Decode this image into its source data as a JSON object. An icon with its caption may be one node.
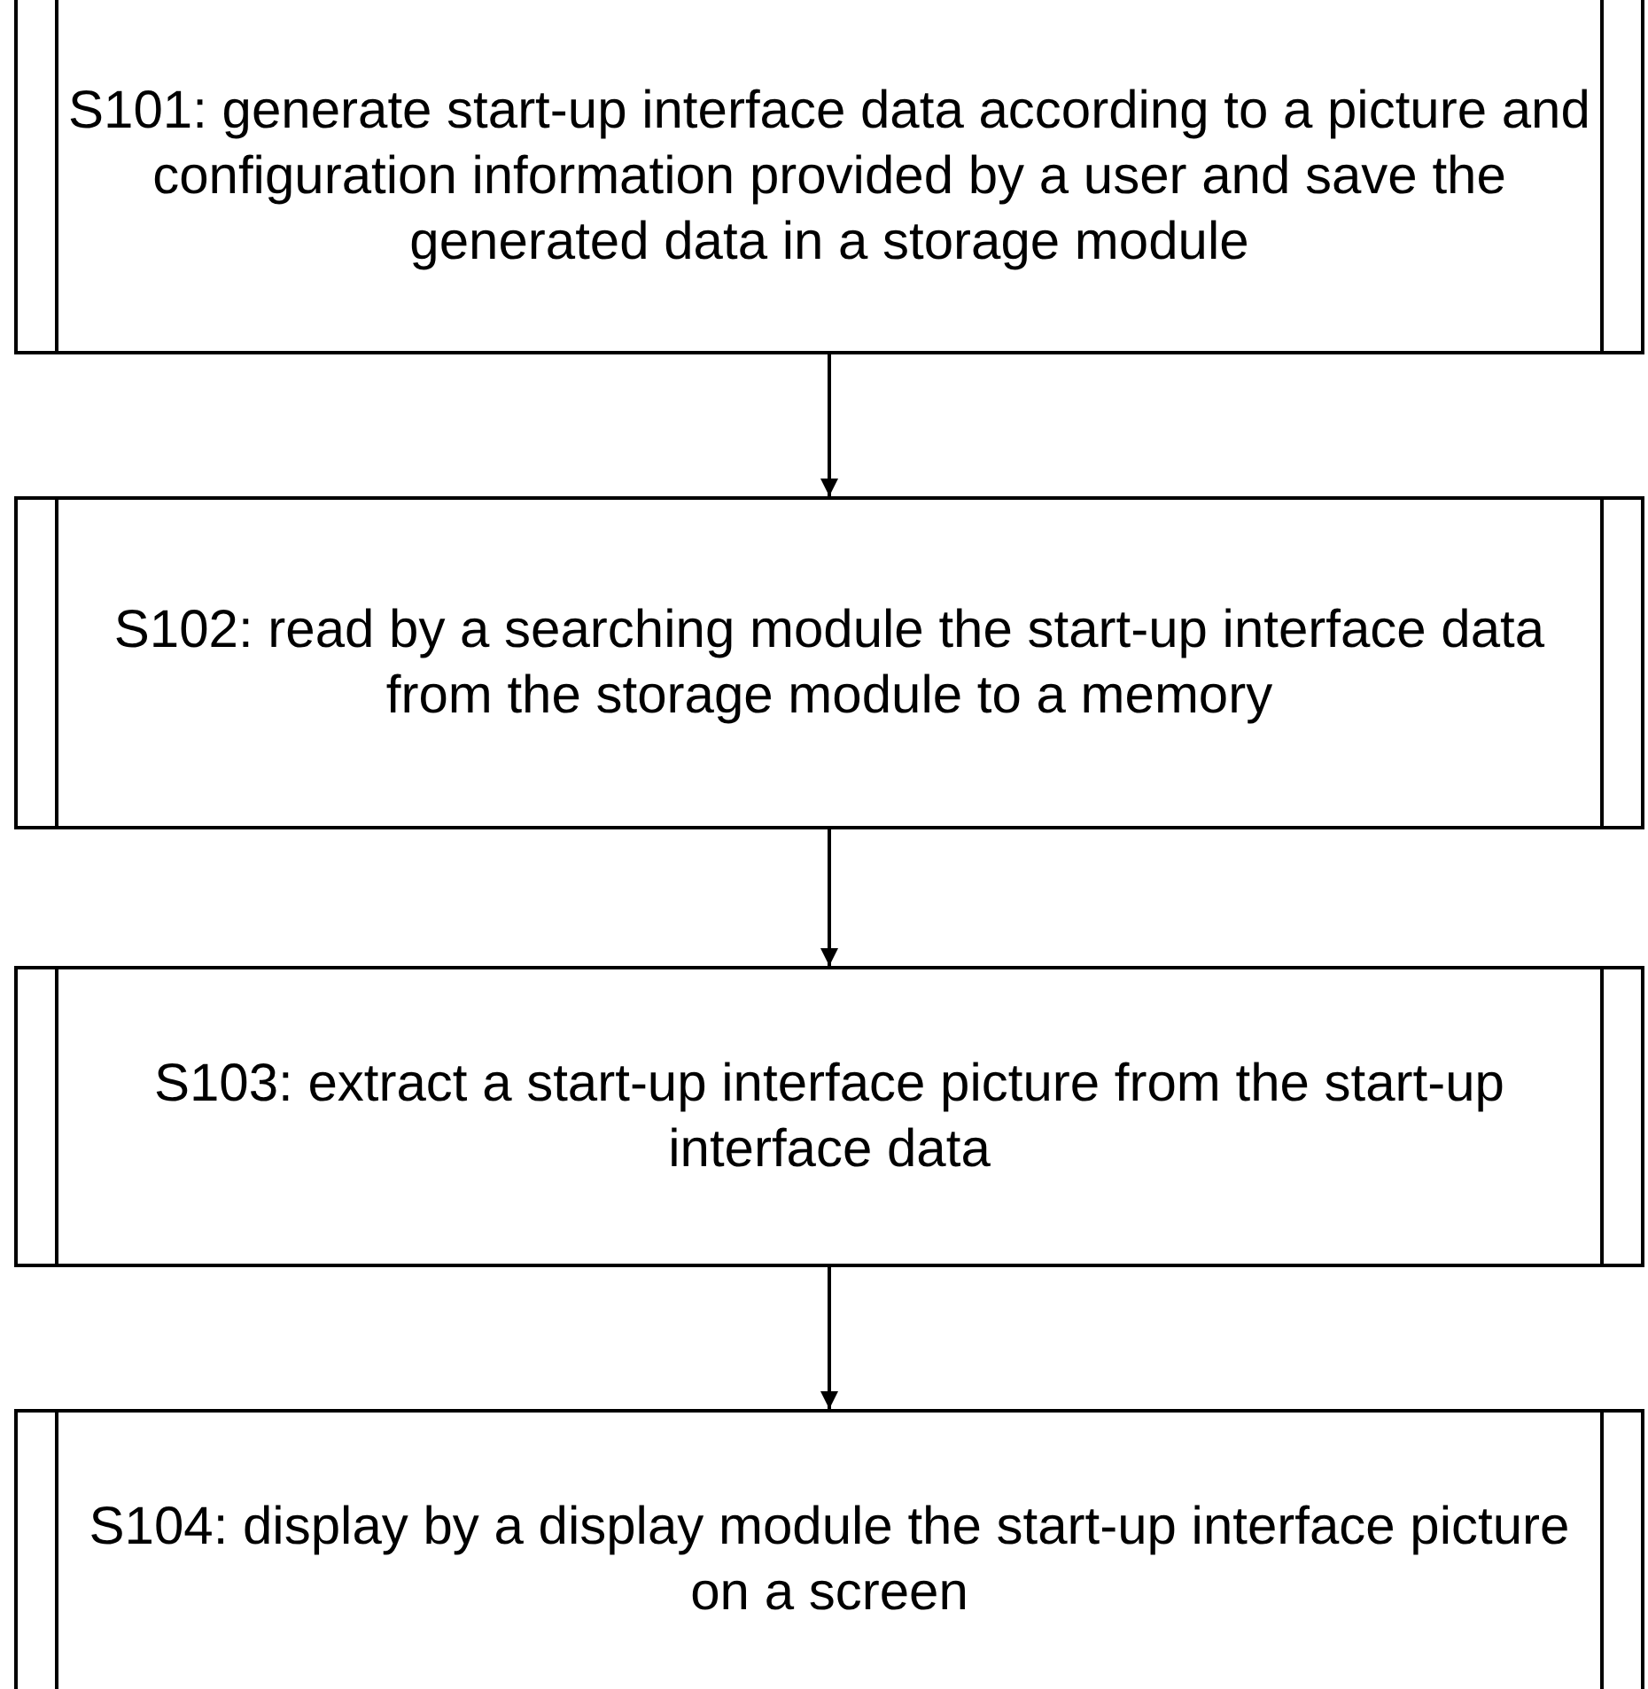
{
  "diagram": {
    "nodes": [
      {
        "text": [
          "S101: generate start-up interface data according to a picture and configuration information provided by a user and save the generated data in a storage module"
        ]
      },
      {
        "text": [
          "S102: read by a searching module the start-up interface data from the storage module to a memory"
        ]
      },
      {
        "text": [
          "S103: extract a start-up interface picture from the start-up interface data"
        ]
      },
      {
        "text": [
          "S104: display by a display module the start-up interface picture on a screen"
        ]
      }
    ],
    "edges": [
      {
        "from": 0,
        "to": 1,
        "arrow": "to"
      },
      {
        "from": 1,
        "to": 2,
        "arrow": "to"
      },
      {
        "from": 2,
        "to": 3,
        "arrow": "to"
      }
    ]
  }
}
